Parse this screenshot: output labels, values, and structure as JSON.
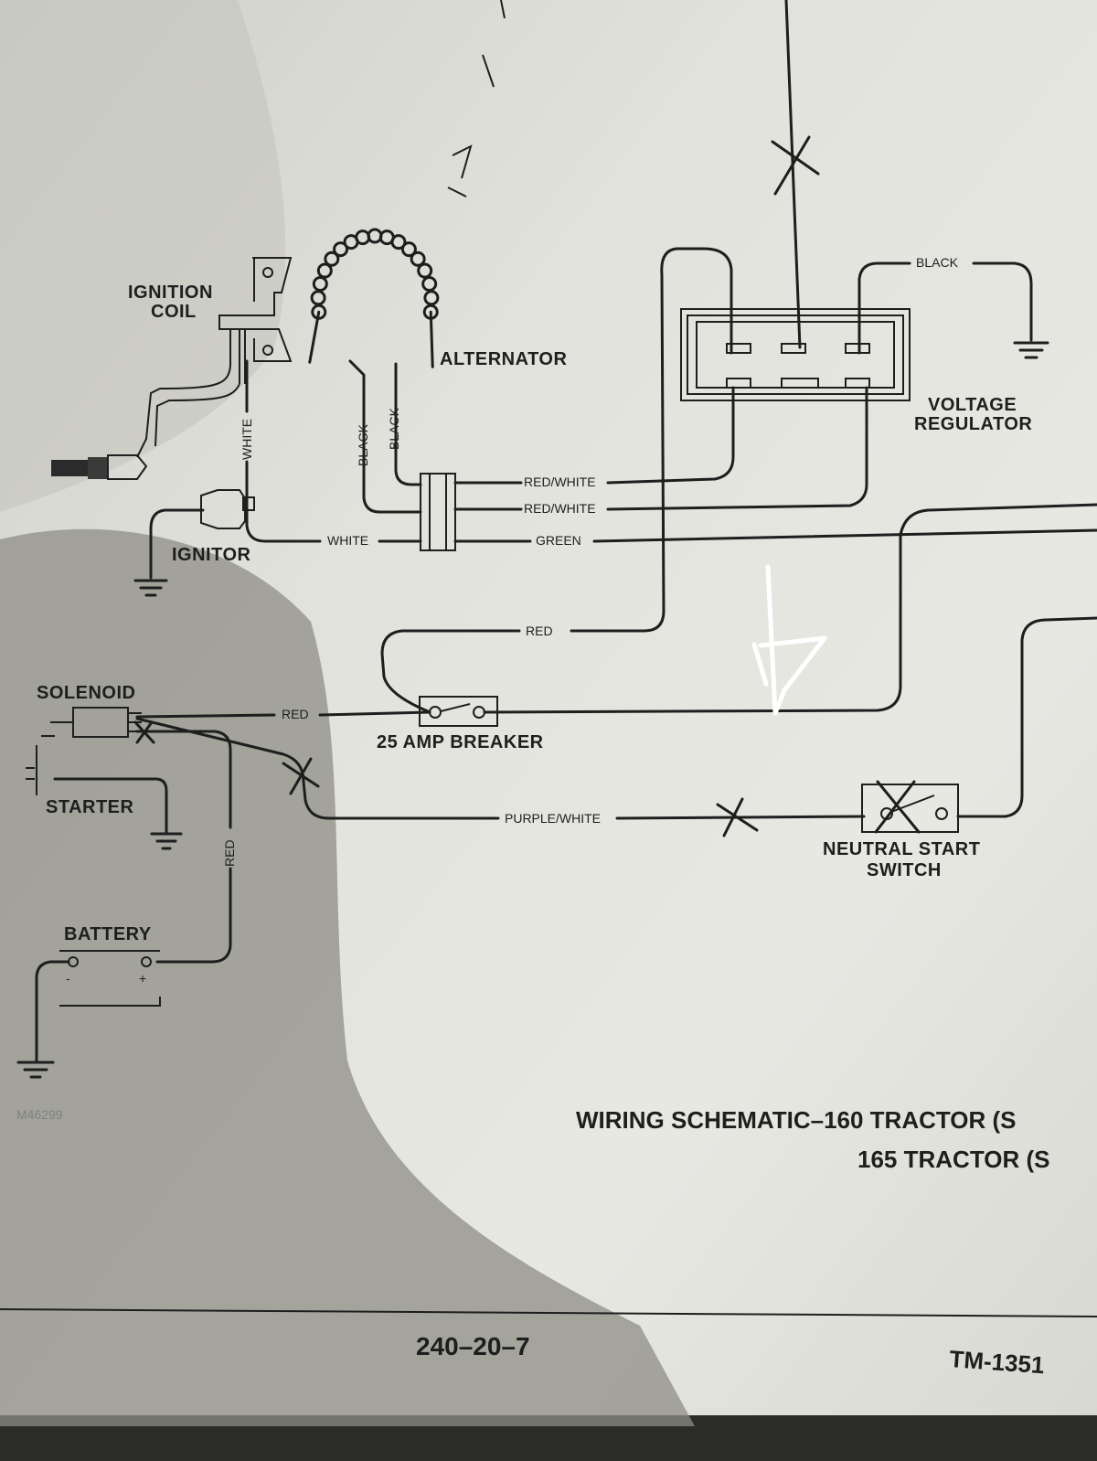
{
  "components": {
    "ignition_coil": "IGNITION\nCOIL",
    "alternator": "ALTERNATOR",
    "voltage_regulator": "VOLTAGE\nREGULATOR",
    "ignitor": "IGNITOR",
    "solenoid": "SOLENOID",
    "starter": "STARTER",
    "battery": "BATTERY",
    "breaker": "25 AMP BREAKER",
    "neutral_start_switch": "NEUTRAL START\nSWITCH"
  },
  "wires": {
    "white_vertical": "WHITE",
    "black_1": "BLACK",
    "black_2": "BLACK",
    "red_white_1": "RED/WHITE",
    "red_white_2": "RED/WHITE",
    "green": "GREEN",
    "white_horizontal": "WHITE",
    "red_top": "RED",
    "red_solenoid": "RED",
    "red_battery": "RED",
    "purple_white": "PURPLE/WHITE",
    "black_ground": "BLACK"
  },
  "battery_terminals": {
    "positive": "+",
    "negative": "-"
  },
  "footer": {
    "title_line1": "WIRING SCHEMATIC–160 TRACTOR (S",
    "title_line2": "165 TRACTOR (S",
    "page_number": "240–20–7",
    "manual_code": "TM-1351",
    "figure_code": "M46299"
  },
  "colors": {
    "paper_light": "#e8e8e2",
    "paper_mid": "#d2d2cc",
    "shadow": "#9a9a92",
    "ink": "#1e1e1e",
    "annotation": "#ffffff"
  }
}
